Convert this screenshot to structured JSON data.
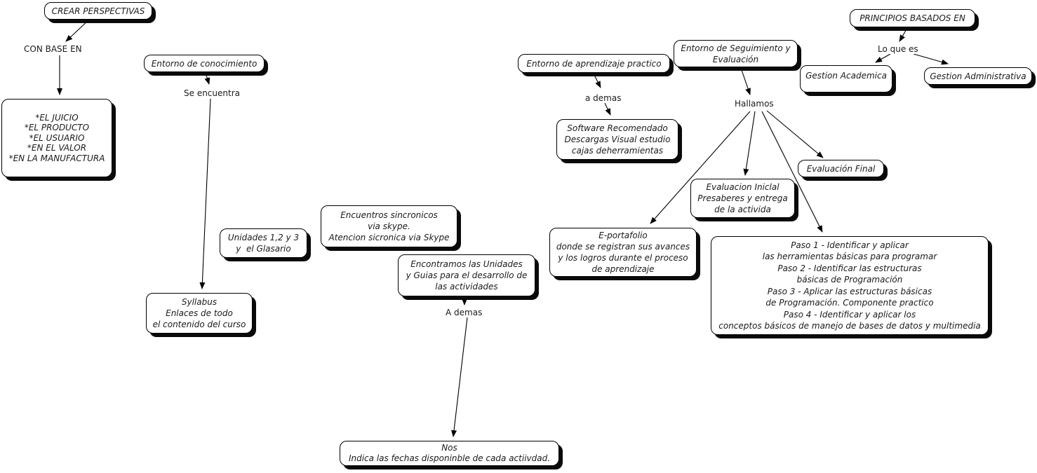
{
  "diagram": {
    "type": "concept-map",
    "colors": {
      "background": "#ffffff",
      "node_fill": "#ffffff",
      "node_border": "#000000",
      "node_shadow": "#0a0a0a",
      "line": "#000000",
      "text": "#1a1a1a"
    }
  },
  "nodes": [
    {
      "id": "crear-perspectivas",
      "label": "CREAR PERSPECTIVAS"
    },
    {
      "id": "perspectivas-criteria",
      "label": "*EL JUICIO\n*EL PRODUCTO\n*EL USUARIO\n*EN EL VALOR\n*EN LA MANUFACTURA"
    },
    {
      "id": "entorno-conocimiento",
      "label": "Entorno de conocimiento"
    },
    {
      "id": "unidades",
      "label": "Unidades 1,2 y 3\ny  el Glasario"
    },
    {
      "id": "syllabus",
      "label": "Syllabus\nEnlaces de todo\nel contenido del curso"
    },
    {
      "id": "encuentros-sincronicos",
      "label": "Encuentros sincronicos\nvia skype.\nAtencion sicronica via Skype"
    },
    {
      "id": "encontramos-unidades",
      "label": "Encontramos las Unidades\ny Guias para el desarrollo de\nlas actividades"
    },
    {
      "id": "nos-indica-fechas",
      "label": "Nos\nIndica las fechas disponinble de cada actiivdad."
    },
    {
      "id": "entorno-aprendizaje",
      "label": "Entorno de aprendizaje practico"
    },
    {
      "id": "software-recomendado",
      "label": "Software Recomendado\nDescargas Visual estudio\ncajas deherramientas"
    },
    {
      "id": "entorno-seguimiento",
      "label": "Entorno de Seguimiento y\nEvaluación"
    },
    {
      "id": "e-portafolio",
      "label": "E-portafolio\ndonde se registran sus avances\ny los logros durante el proceso\nde aprendizaje"
    },
    {
      "id": "evaluacion-iniclal",
      "label": "Evaluacion Iniclal\nPresaberes y entrega\nde la activida"
    },
    {
      "id": "evaluacion-final",
      "label": "Evaluación Final"
    },
    {
      "id": "pasos",
      "label": "Paso 1 - Identificar y aplicar\nlas herramientas básicas para programar\nPaso 2 - Identificar las estructuras\nbásicas de Programación\nPaso 3 - Aplicar las estructuras básicas\nde Programación. Componente practico\nPaso 4 - Identificar y aplicar los\nconceptos básicos de manejo de bases de datos y multimedia"
    },
    {
      "id": "principios-basados",
      "label": "PRINCIPIOS BASADOS EN"
    },
    {
      "id": "gestion-academica",
      "label": "Gestion Academica"
    },
    {
      "id": "gestion-administrativa",
      "label": "Gestion Administrativa"
    }
  ],
  "linking_phrases": [
    {
      "id": "con-base-en",
      "text": "CON BASE EN"
    },
    {
      "id": "se-encuentra",
      "text": "Se encuentra"
    },
    {
      "id": "a-demas-lower",
      "text": "a demas"
    },
    {
      "id": "hallamos",
      "text": "Hallamos"
    },
    {
      "id": "a-demas-upper",
      "text": "A demas"
    },
    {
      "id": "lo-que-es",
      "text": "Lo que es"
    }
  ]
}
